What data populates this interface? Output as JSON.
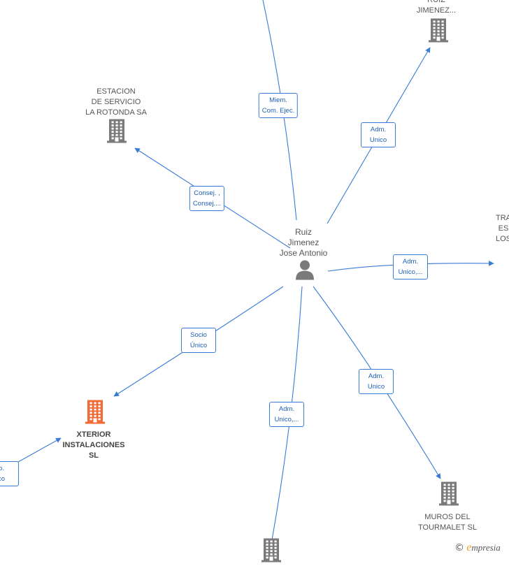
{
  "colors": {
    "edge": "#3a7bd5",
    "building": "#7a7a7a",
    "highlight": "#f06a35",
    "person": "#7a7a7a"
  },
  "center": {
    "label": "Ruiz\nJimenez\nJose Antonio",
    "icon": "person-icon"
  },
  "nodes": [
    {
      "id": "top-right",
      "label": "RUIZ\nJIMENEZ...",
      "icon": "building-icon",
      "highlight": false
    },
    {
      "id": "estacion",
      "label": "ESTACION\nDE SERVICIO\nLA ROTONDA SA",
      "icon": "building-icon",
      "highlight": false
    },
    {
      "id": "right",
      "label": "TRA\nES\nLOS",
      "icon": "building-icon",
      "highlight": false
    },
    {
      "id": "xterior",
      "label": "XTERIOR\nINSTALACIONES\nSL",
      "icon": "building-icon",
      "highlight": true
    },
    {
      "id": "muros",
      "label": "MUROS DEL\nTOURMALET SL",
      "icon": "building-icon",
      "highlight": false
    },
    {
      "id": "bottom",
      "label": "",
      "icon": "building-icon",
      "highlight": false
    }
  ],
  "edges": [
    {
      "id": "top",
      "label": "Miem.\nCom. Ejec."
    },
    {
      "id": "top-right",
      "label": "Adm.\nUnico"
    },
    {
      "id": "estacion",
      "label": "Consej. ,\nConsej...."
    },
    {
      "id": "right",
      "label": "Adm.\nUnico,..."
    },
    {
      "id": "xterior",
      "label": "Socio\nÚnico"
    },
    {
      "id": "bottom",
      "label": "Adm.\nUnico,..."
    },
    {
      "id": "muros",
      "label": "Adm.\nUnico"
    },
    {
      "id": "xterior-left",
      "label": "o.\nco"
    }
  ],
  "brand": {
    "copyright": "©",
    "initial": "e",
    "rest": "mpresia"
  }
}
